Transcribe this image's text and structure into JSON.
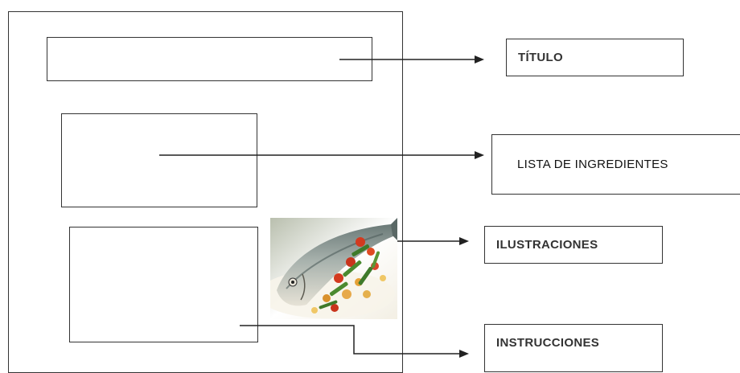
{
  "labels": {
    "titulo": "TÍTULO",
    "ingredientes": "LISTA DE INGREDIENTES",
    "ilustraciones": "ILUSTRACIONES",
    "instrucciones": "INSTRUCCIONES"
  },
  "illustration": {
    "subject": "fish-dish-photo"
  }
}
